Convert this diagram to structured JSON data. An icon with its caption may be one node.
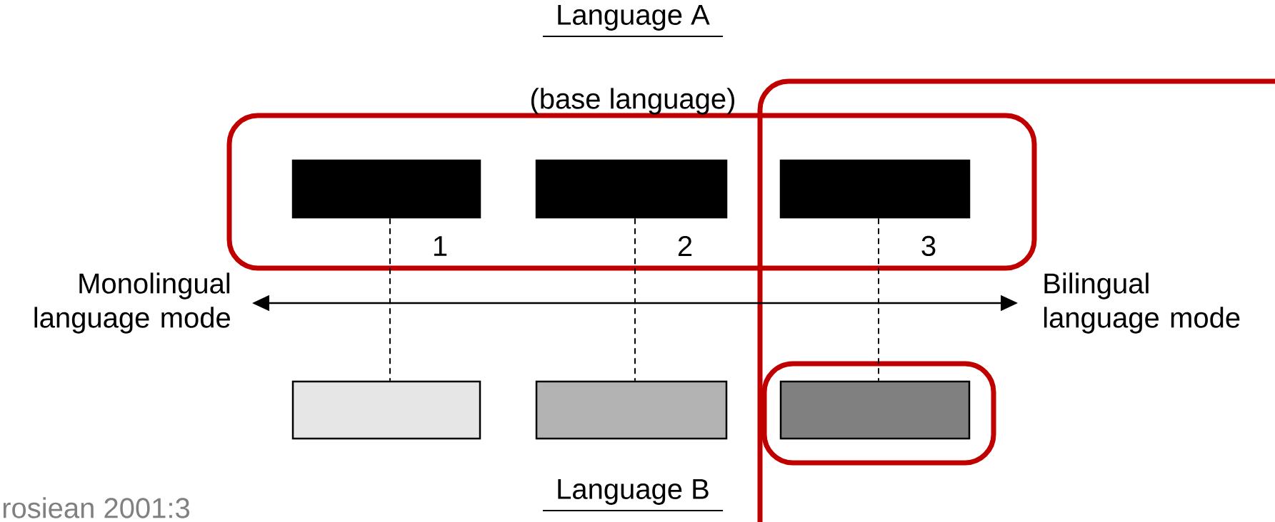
{
  "diagram": {
    "nodes": [
      {
        "text": [
          "Monolingual language mode"
        ]
      },
      {
        "text": [
          "Bilingual language mode"
        ]
      },
      {
        "text": [],
        "shape": "bar"
      },
      {
        "text": [],
        "shape": "bar"
      },
      {
        "text": [],
        "shape": "bar"
      },
      {
        "text": [],
        "shape": "bar"
      },
      {
        "text": [],
        "shape": "bar"
      },
      {
        "text": [],
        "shape": "bar"
      }
    ],
    "edges": [
      {
        "from": 0,
        "to": 1,
        "arrow": "both"
      },
      {
        "from": 2,
        "to": 5,
        "arrow": "none",
        "style": "dashed",
        "label": "1"
      },
      {
        "from": 3,
        "to": 6,
        "arrow": "none",
        "style": "dashed",
        "label": "2"
      },
      {
        "from": 4,
        "to": 7,
        "arrow": "none",
        "style": "dashed",
        "label": "3"
      }
    ],
    "labels": [
      "Language A",
      "(base language)",
      "Language B",
      "rosiean 2001:3"
    ]
  }
}
